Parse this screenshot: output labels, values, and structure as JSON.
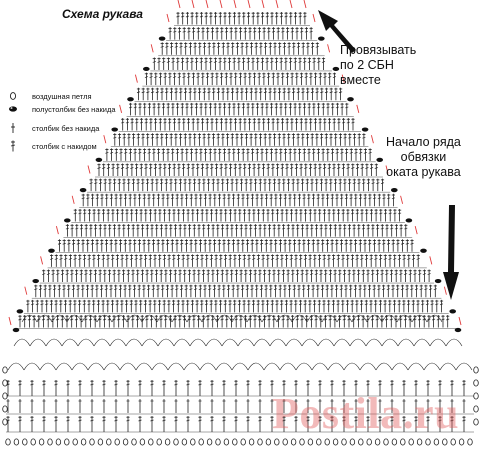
{
  "title": "Схема рукава",
  "legend": [
    {
      "symbol": "chain-stitch-icon",
      "label": "воздушная петля"
    },
    {
      "symbol": "slip-stitch-icon",
      "label": "полустолбик без накида"
    },
    {
      "symbol": "single-crochet-icon",
      "label": "столбик без накида"
    },
    {
      "symbol": "double-crochet-icon",
      "label": "столбик с накидом"
    }
  ],
  "notes": {
    "decrease": [
      "Провязывать",
      "по 2 СБН",
      "вместе"
    ],
    "edging_start": [
      "Начало ряда",
      "обвязки",
      "оката рукава"
    ]
  },
  "watermark": "Postila.ru",
  "colors": {
    "ink": "#222222",
    "decrease_marks": "#e03a3a",
    "watermark": "#e05a5a"
  }
}
